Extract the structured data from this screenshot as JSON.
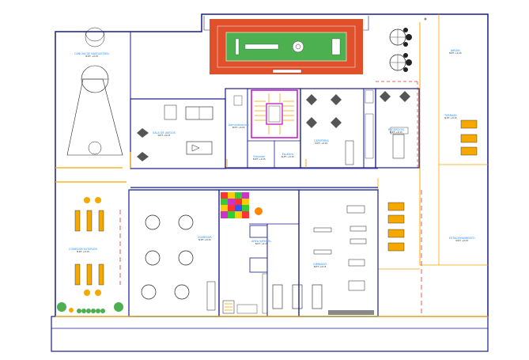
{
  "plan": {
    "rooms": [
      {
        "key": "basketball",
        "title": "CANCHA DE BASQUETBOL",
        "sub": "N.P.T. +0.15"
      },
      {
        "key": "games",
        "title": "SALA DE JUEGOS",
        "sub": "N.P.T. +0.15"
      },
      {
        "key": "admin",
        "title": "Administracion",
        "sub": "N.P.T. +0.15"
      },
      {
        "key": "elevator",
        "title": "Elevador",
        "sub": "N.P.T. +0.15"
      },
      {
        "key": "stairs",
        "title": "Escalera",
        "sub": "N.P.T. +0.15"
      },
      {
        "key": "cafe",
        "title": "CAFETERIA",
        "sub": "N.P.T. +0.15"
      },
      {
        "key": "reception",
        "title": "RECEPCION",
        "sub": "N.P.T. +0.15"
      },
      {
        "key": "garden_right",
        "title": "JARDIN",
        "sub": "N.P.T. +0.15"
      },
      {
        "key": "terrace",
        "title": "TERRAZA",
        "sub": "N.P.T. +0.15"
      },
      {
        "key": "outdoor_dining",
        "title": "COMEDOR EXTERIOR",
        "sub": "N.P.T. +0.15"
      },
      {
        "key": "dining",
        "title": "COMEDOR",
        "sub": "N.P.T. +0.15"
      },
      {
        "key": "gym",
        "title": "GIMNASIO",
        "sub": "N.P.T. +0.15"
      },
      {
        "key": "parking",
        "title": "ESTACIONAMIENTO",
        "sub": "N.P.T. +0.15"
      },
      {
        "key": "kids",
        "title": "AREA INFANTIL",
        "sub": "N.P.T. +0.15"
      }
    ],
    "colors": {
      "wall": "#1a1a8c",
      "door": "#f5a800",
      "glass": "#00bfff",
      "pool": "#e0502a",
      "grass": "#4caf50",
      "accent": "#c000c0",
      "dash": "#e03030"
    },
    "icons": [
      "basketball-court",
      "billiard-table",
      "ping-pong-table",
      "dining-table-set",
      "treadmill",
      "weight-bench",
      "stairs",
      "elevator",
      "pool",
      "umbrella-table",
      "shrub",
      "play-mat"
    ]
  }
}
